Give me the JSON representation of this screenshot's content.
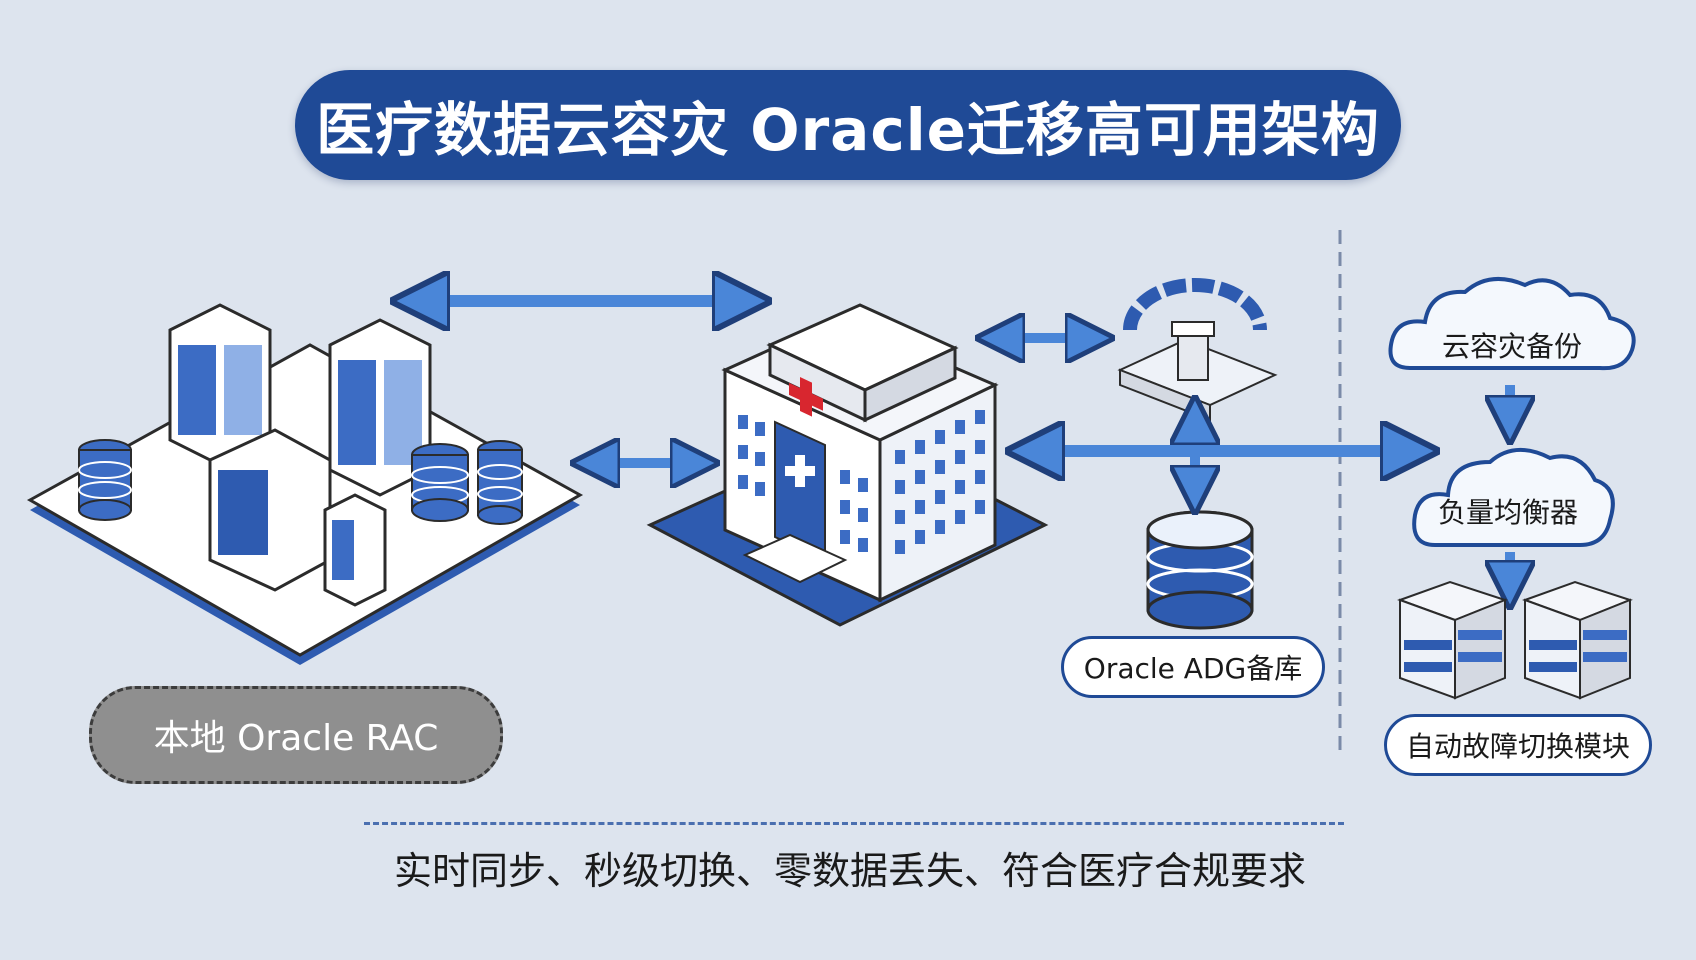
{
  "title": "医疗数据云容灾 Oracle迁移高可用架构",
  "local": {
    "label": "本地 Oracle RAC"
  },
  "adg": {
    "label": "Oracle ADG备库"
  },
  "cloud_backup": {
    "label": "云容灾备份"
  },
  "load_balancer": {
    "label": "负量均衡器"
  },
  "failover": {
    "label": "自动故障切换模块"
  },
  "caption": "实时同步、秒级切换、零数据丢失、符合医疗合规要求",
  "colors": {
    "brand": "#1f4a96",
    "arrow": "#4a86d8",
    "background": "#dde4ee",
    "red_cross": "#d8262f"
  }
}
